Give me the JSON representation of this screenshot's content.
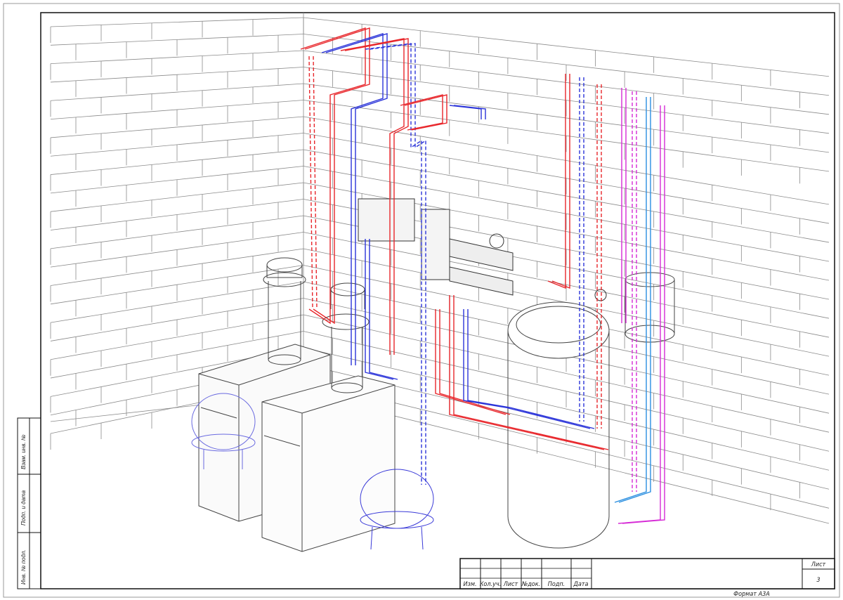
{
  "sheet": {
    "side_strip": [
      "Взам. инв. №",
      "Подп. и дата",
      "Инв. № подл."
    ],
    "title_block": {
      "columns": [
        "Изм.",
        "Кол.уч.",
        "Лист",
        "№док.",
        "Подп.",
        "Дата"
      ],
      "sheet_label": "Лист",
      "sheet_number": "3"
    },
    "format": "Формат А3А"
  },
  "colors": {
    "supply": "#e8262b",
    "return": "#2b34d9",
    "dhw": "#d62bd6",
    "cold": "#2b8fe0",
    "wall": "#777777"
  }
}
